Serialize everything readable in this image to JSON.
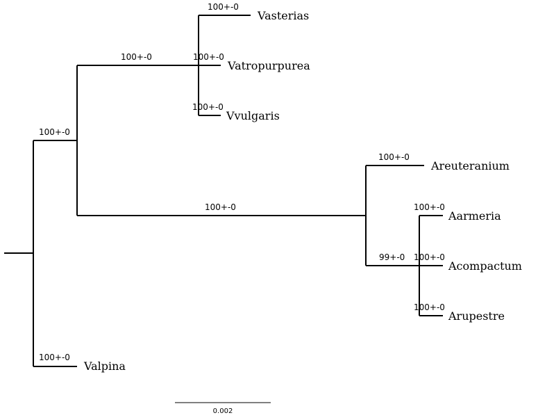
{
  "tree": {
    "root_branch_support": "100+-0",
    "clade_v_support": "100+-0",
    "clade_vasterias_group_support": "100+-0",
    "clade_a_support": "100+-0",
    "clade_a_sub_support": "99+-0",
    "leaves": [
      {
        "name": "Vasterias",
        "support": "100+-0"
      },
      {
        "name": "Vatropurpurea",
        "support": "100+-0"
      },
      {
        "name": "Vvulgaris",
        "support": "100+-0"
      },
      {
        "name": "Areuteranium",
        "support": "100+-0"
      },
      {
        "name": "Aarmeria",
        "support": "100+-0"
      },
      {
        "name": "Acompactum",
        "support": "100+-0"
      },
      {
        "name": "Arupestre",
        "support": "100+-0"
      },
      {
        "name": "Valpina",
        "support": "100+-0"
      }
    ]
  },
  "scale_bar": {
    "label": "0.002"
  }
}
